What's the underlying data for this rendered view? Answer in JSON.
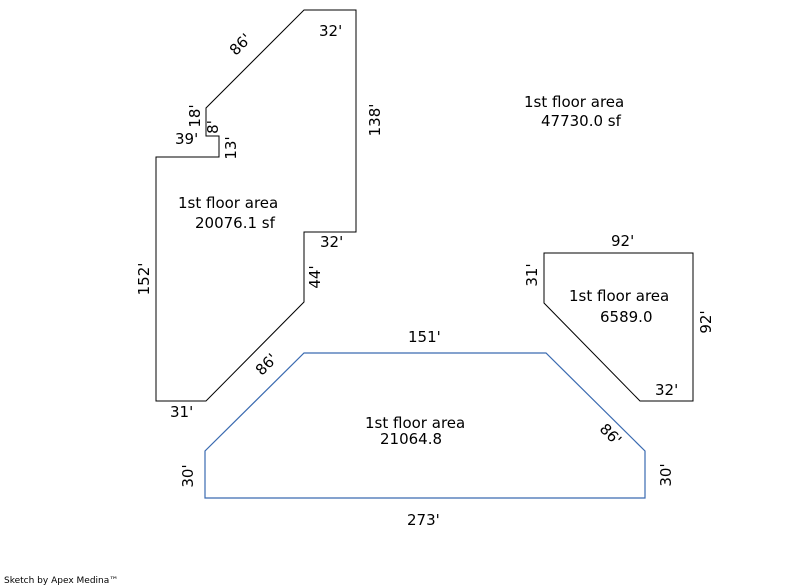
{
  "summary": {
    "label": "1st floor area",
    "value": "47730.0 sf"
  },
  "shapes": [
    {
      "id": "north",
      "area_label": "1st floor area",
      "area_value": "20076.1 sf",
      "stroke": "#000000",
      "dimensions": [
        "86'",
        "32'",
        "138'",
        "32'",
        "44'",
        "86'",
        "31'",
        "152'",
        "39'",
        "13'",
        "8'",
        "18'"
      ]
    },
    {
      "id": "east",
      "area_label": "1st floor area",
      "area_value": "6589.0",
      "stroke": "#000000",
      "dimensions": [
        "92'",
        "92'",
        "32'",
        "31'"
      ]
    },
    {
      "id": "south",
      "area_label": "1st floor area",
      "area_value": "21064.8",
      "stroke": "#3a6ab0",
      "dimensions": [
        "151'",
        "86'",
        "30'",
        "273'",
        "30'"
      ]
    }
  ],
  "credit": "Sketch by Apex Medina™"
}
